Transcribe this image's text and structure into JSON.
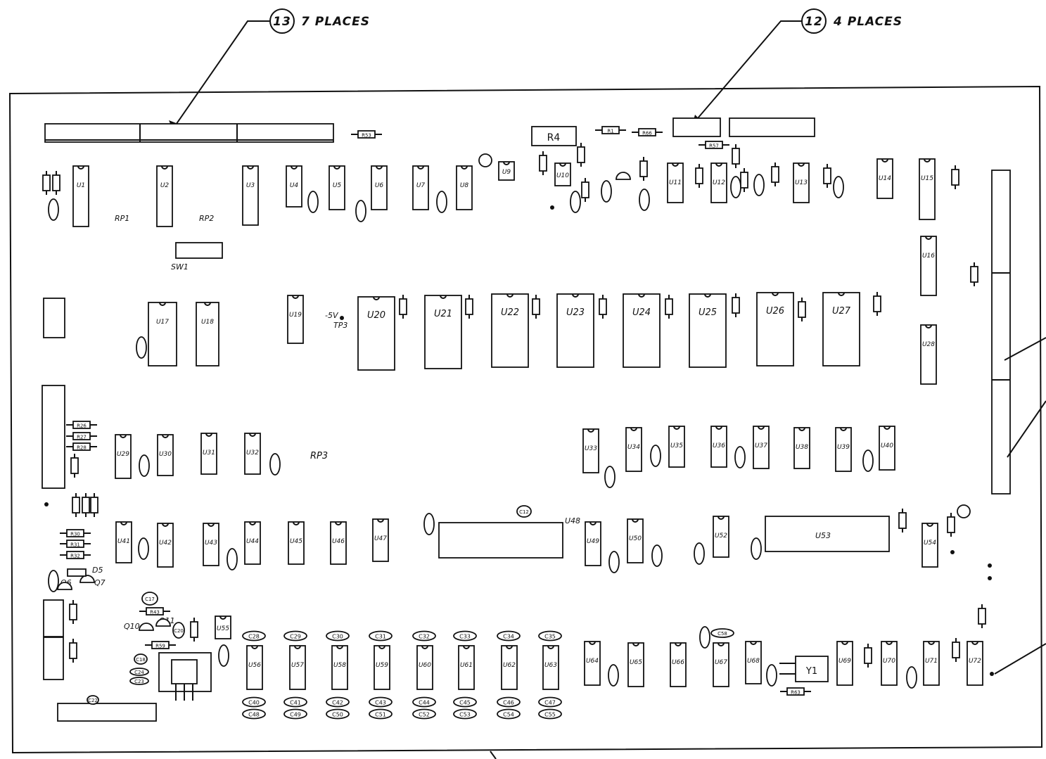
{
  "callouts": [
    {
      "id": "13",
      "text": "7 PLACES"
    },
    {
      "id": "12",
      "text": "4 PLACES"
    }
  ],
  "labels": {
    "rp1": "RP1",
    "rp2": "RP2",
    "rp3": "RP3",
    "sw1": "SW1",
    "tp3_a": "-5V",
    "tp3_b": "TP3",
    "r4": "R4",
    "y1": "Y1",
    "d5": "D5",
    "q6": "Q6",
    "q7": "Q7",
    "q10": "Q10",
    "q11": "Q11"
  },
  "chips": [
    "U1",
    "U2",
    "U3",
    "U4",
    "U5",
    "U6",
    "U7",
    "U8",
    "U9",
    "U10",
    "U11",
    "U12",
    "U13",
    "U14",
    "U15",
    "U16",
    "U17",
    "U18",
    "U19",
    "U20",
    "U21",
    "U22",
    "U23",
    "U24",
    "U25",
    "U26",
    "U27",
    "U28",
    "U29",
    "U30",
    "U31",
    "U32",
    "U33",
    "U34",
    "U35",
    "U36",
    "U37",
    "U38",
    "U39",
    "U40",
    "U41",
    "U42",
    "U43",
    "U44",
    "U45",
    "U46",
    "U47",
    "U48",
    "U49",
    "U50",
    "U52",
    "U53",
    "U54",
    "U55",
    "U56",
    "U57",
    "U58",
    "U59",
    "U60",
    "U61",
    "U62",
    "U63",
    "U64",
    "U65",
    "U66",
    "U67",
    "U68",
    "U69",
    "U70",
    "U71",
    "U72"
  ],
  "caps_top": [
    "C28",
    "C29",
    "C30",
    "C31",
    "C32",
    "C33",
    "C34",
    "C35"
  ],
  "caps_bottom_1": [
    "C40",
    "C41",
    "C42",
    "C43",
    "C44",
    "C45",
    "C46",
    "C47"
  ],
  "caps_bottom_2": [
    "C48",
    "C49",
    "C50",
    "C51",
    "C52",
    "C53",
    "C54",
    "C55"
  ],
  "resistors": [
    "R1",
    "R53",
    "R66",
    "R57",
    "R26",
    "R27",
    "R28",
    "R30",
    "R31",
    "R32",
    "R43",
    "R59",
    "R63"
  ],
  "misc_caps": [
    "C12",
    "C17",
    "C18",
    "C20",
    "C22",
    "C23",
    "C24",
    "C58"
  ]
}
